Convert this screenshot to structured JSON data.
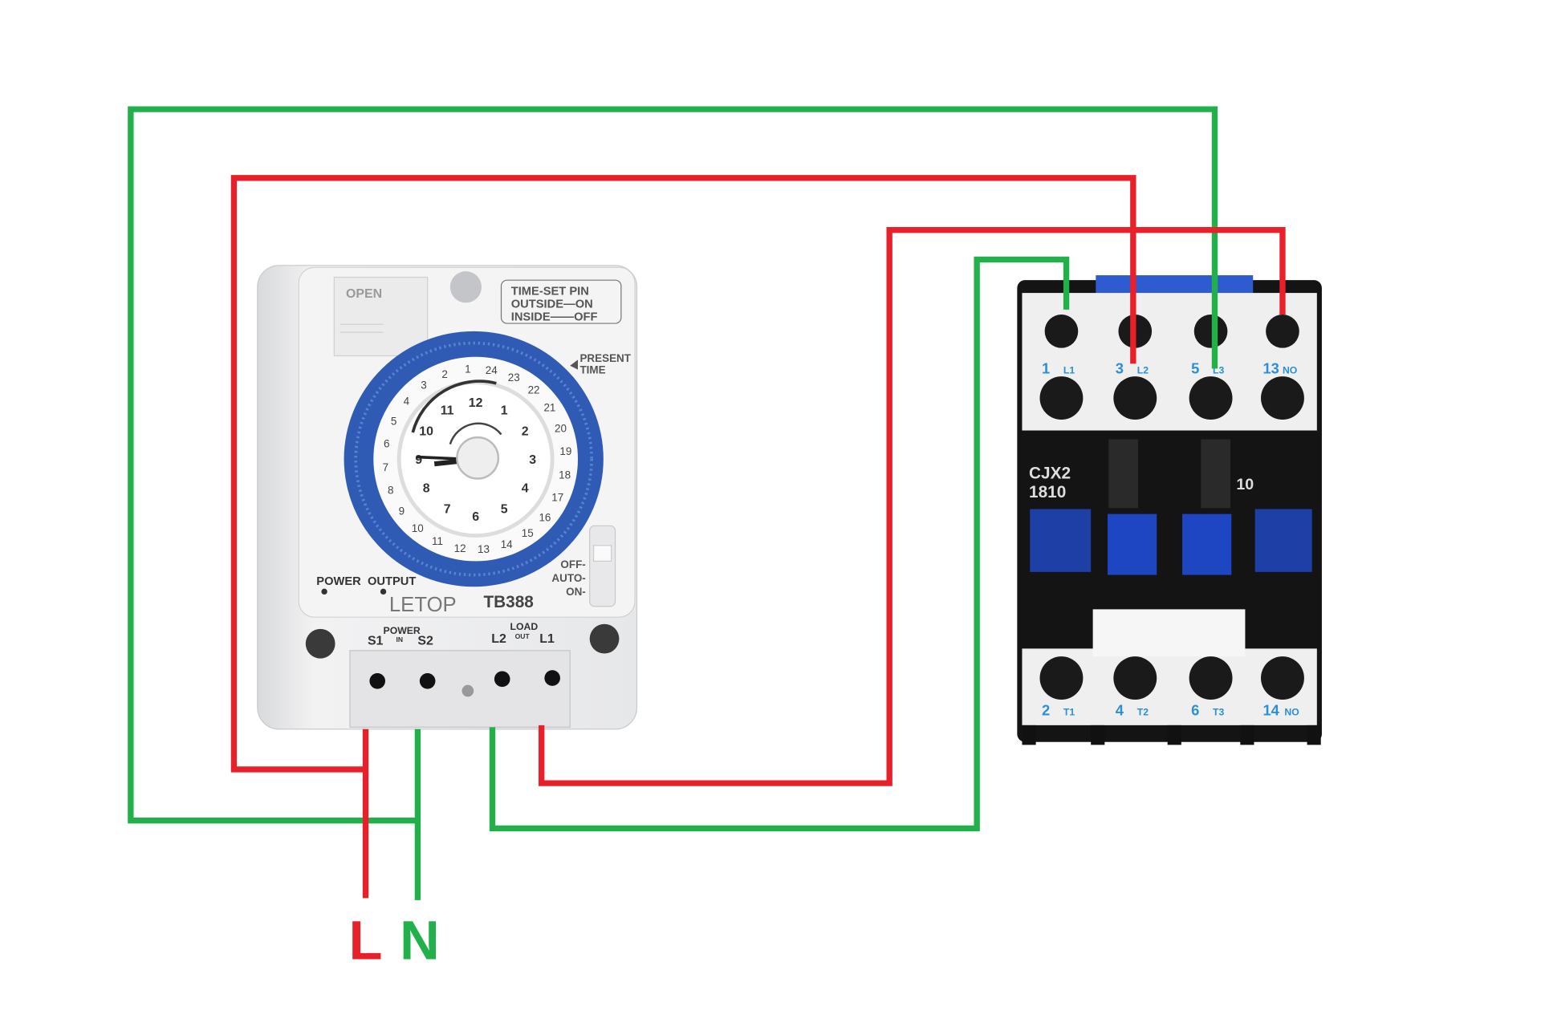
{
  "colors": {
    "live": "#e8202a",
    "neutral": "#22b04b",
    "dial_blue": "#2f5bb5",
    "contactor_blue": "#1d3fa6",
    "terminal_label_blue": "#2a8fd6"
  },
  "supply_labels": {
    "live": "L",
    "neutral": "N"
  },
  "timer": {
    "brand": "LETOP",
    "model": "TB388",
    "open_label": "OPEN",
    "time_set": [
      "TIME-SET  PIN",
      "OUTSIDE—ON",
      "INSIDE——OFF"
    ],
    "present_time": [
      "PRESENT",
      "TIME"
    ],
    "power_indicator": "POWER",
    "output_indicator": "OUTPUT",
    "mode_switch": [
      "OFF-",
      "AUTO-",
      "ON-"
    ],
    "power_in": {
      "title": "POWER",
      "sub": "IN",
      "s1": "S1",
      "s2": "S2"
    },
    "load_out": {
      "title": "LOAD",
      "sub": "OUT",
      "l2": "L2",
      "l1": "L1"
    },
    "dial_hours_12": [
      "12",
      "1",
      "2",
      "3",
      "4",
      "5",
      "6",
      "7",
      "8",
      "9",
      "10",
      "11"
    ],
    "dial_hours_24": [
      "24",
      "23",
      "22",
      "21",
      "20",
      "19",
      "18",
      "17",
      "16",
      "15",
      "14",
      "13",
      "12",
      "11",
      "10",
      "9",
      "8",
      "7",
      "6",
      "5",
      "4",
      "3",
      "2",
      "1"
    ]
  },
  "contactor": {
    "model_line1": "CJX2",
    "model_line2": "1810",
    "aux": "10",
    "top_terminals": [
      {
        "num": "1",
        "tag": "L1"
      },
      {
        "num": "3",
        "tag": "L2"
      },
      {
        "num": "5",
        "tag": "L3"
      },
      {
        "num": "13",
        "tag": "NO"
      }
    ],
    "bottom_terminals": [
      {
        "num": "2",
        "tag": "T1"
      },
      {
        "num": "4",
        "tag": "T2"
      },
      {
        "num": "6",
        "tag": "T3"
      },
      {
        "num": "14",
        "tag": "NO"
      }
    ]
  }
}
